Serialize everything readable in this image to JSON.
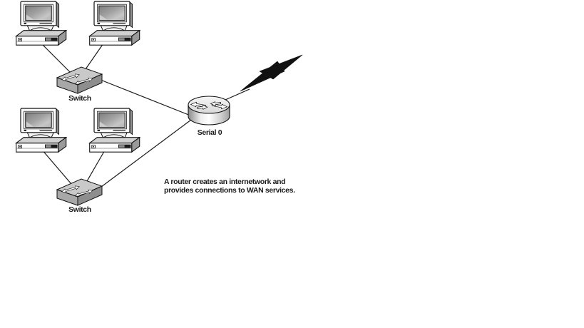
{
  "diagram": {
    "nodes": [
      {
        "id": "workstation-1",
        "type": "workstation",
        "icon": "workstation-icon"
      },
      {
        "id": "workstation-2",
        "type": "workstation",
        "icon": "workstation-icon"
      },
      {
        "id": "switch-1",
        "type": "switch",
        "icon": "switch-icon",
        "label": "Switch"
      },
      {
        "id": "workstation-3",
        "type": "workstation",
        "icon": "workstation-icon"
      },
      {
        "id": "workstation-4",
        "type": "workstation",
        "icon": "workstation-icon"
      },
      {
        "id": "switch-2",
        "type": "switch",
        "icon": "switch-icon",
        "label": "Switch"
      },
      {
        "id": "router-1",
        "type": "router",
        "icon": "router-icon",
        "label": "Serial 0"
      },
      {
        "id": "wan-link",
        "type": "wan-lightning",
        "icon": "lightning-bolt-icon"
      }
    ],
    "edges": [
      {
        "from": "workstation-1",
        "to": "switch-1"
      },
      {
        "from": "workstation-2",
        "to": "switch-1"
      },
      {
        "from": "switch-1",
        "to": "router-1"
      },
      {
        "from": "workstation-3",
        "to": "switch-2"
      },
      {
        "from": "workstation-4",
        "to": "switch-2"
      },
      {
        "from": "switch-2",
        "to": "router-1"
      },
      {
        "from": "router-1",
        "to": "wan-link"
      }
    ],
    "caption_lines": [
      "A router creates an internetwork and",
      "provides connections to WAN services."
    ],
    "colors": {
      "background": "#ffffff",
      "line": "#1a1a1a",
      "text": "#1a1a1a",
      "device_light": "#f5f5f5",
      "device_mid": "#c9c9c9",
      "device_dark": "#8e8e8e",
      "bolt": "#111111"
    }
  }
}
